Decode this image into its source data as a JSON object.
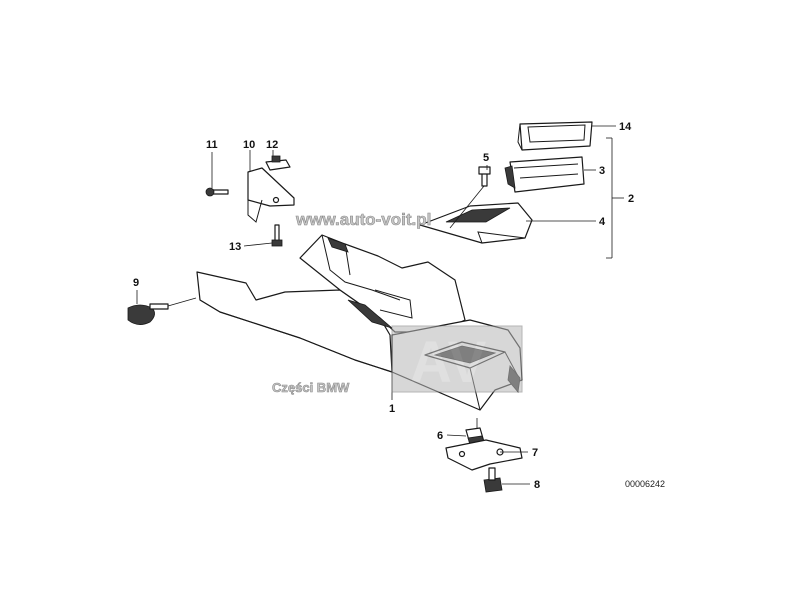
{
  "diagram": {
    "callouts": [
      "1",
      "2",
      "3",
      "4",
      "5",
      "6",
      "7",
      "8",
      "9",
      "10",
      "11",
      "12",
      "13",
      "14"
    ],
    "drawing_code": "00006242"
  },
  "watermark": {
    "url_text": "www.auto-voit.pl",
    "logo_letters": "AV",
    "caption": "Części BMW",
    "color": "#c7c7c7"
  }
}
